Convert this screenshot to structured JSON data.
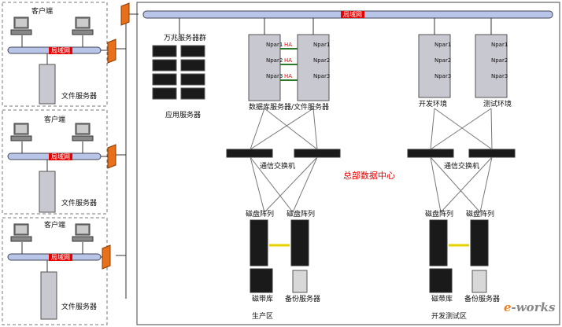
{
  "diagram": {
    "center_title": "总部数据中心",
    "clients": [
      {
        "client_label": "客户端",
        "server_label": "文件服务器",
        "bus_label": "局域网"
      },
      {
        "client_label": "客户端",
        "server_label": "文件服务器",
        "bus_label": "局域网"
      },
      {
        "client_label": "客户端",
        "server_label": "文件服务器",
        "bus_label": "局域网"
      }
    ],
    "main_bus_label": "局域网",
    "app_cluster_label": "万兆服务器群",
    "app_server_label": "应用服务器",
    "db_server_label": "数据库服务器/文件服务器",
    "dev_servers": [
      "开发环境",
      "测试环境"
    ],
    "npar_labels": [
      "Npar1",
      "Npar2",
      "Npar3"
    ],
    "ha_label": "HA",
    "switch_label_left": "通信交换机",
    "switch_label_right": "通信交换机",
    "storage_left": {
      "array1": "磁盘阵列",
      "array2": "磁盘阵列",
      "tape": "磁带库",
      "backup": "备份服务器",
      "zone": "生产区"
    },
    "storage_right": {
      "array1": "磁盘阵列",
      "array2": "磁盘阵列",
      "tape": "磁带库",
      "backup": "备份服务器",
      "zone": "开发测试区"
    },
    "watermark_e": "e",
    "watermark_rest": "-works",
    "colors": {
      "bus": "#b8c4e8",
      "accent_red": "#e60000",
      "firewall": "#e8701a",
      "rack": "#c8c8d0",
      "server_dark": "#1a1a1a"
    }
  }
}
